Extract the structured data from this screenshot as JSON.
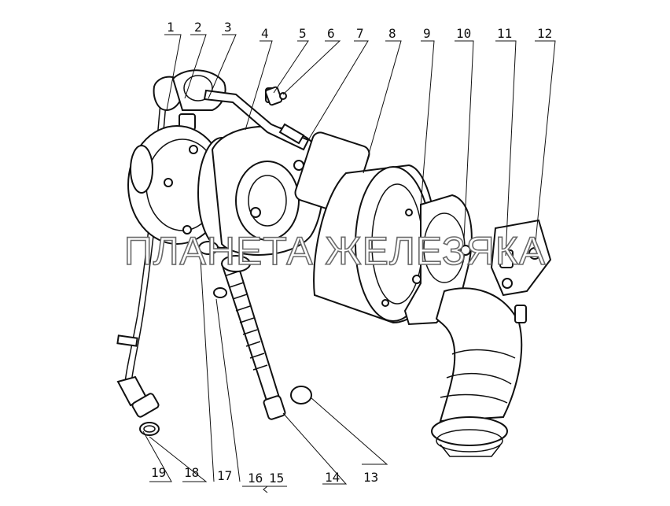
{
  "watermark": "ПЛАНЕТА ЖЕЛЕЗЯКА",
  "callouts": {
    "c1": "1",
    "c2": "2",
    "c3": "3",
    "c4": "4",
    "c5": "5",
    "c6": "6",
    "c7": "7",
    "c8": "8",
    "c9": "9",
    "c10": "10",
    "c11": "11",
    "c12": "12",
    "c13": "13",
    "c14": "14",
    "c15": "15",
    "c16": "16",
    "c17": "17",
    "c18": "18",
    "c19": "19"
  }
}
